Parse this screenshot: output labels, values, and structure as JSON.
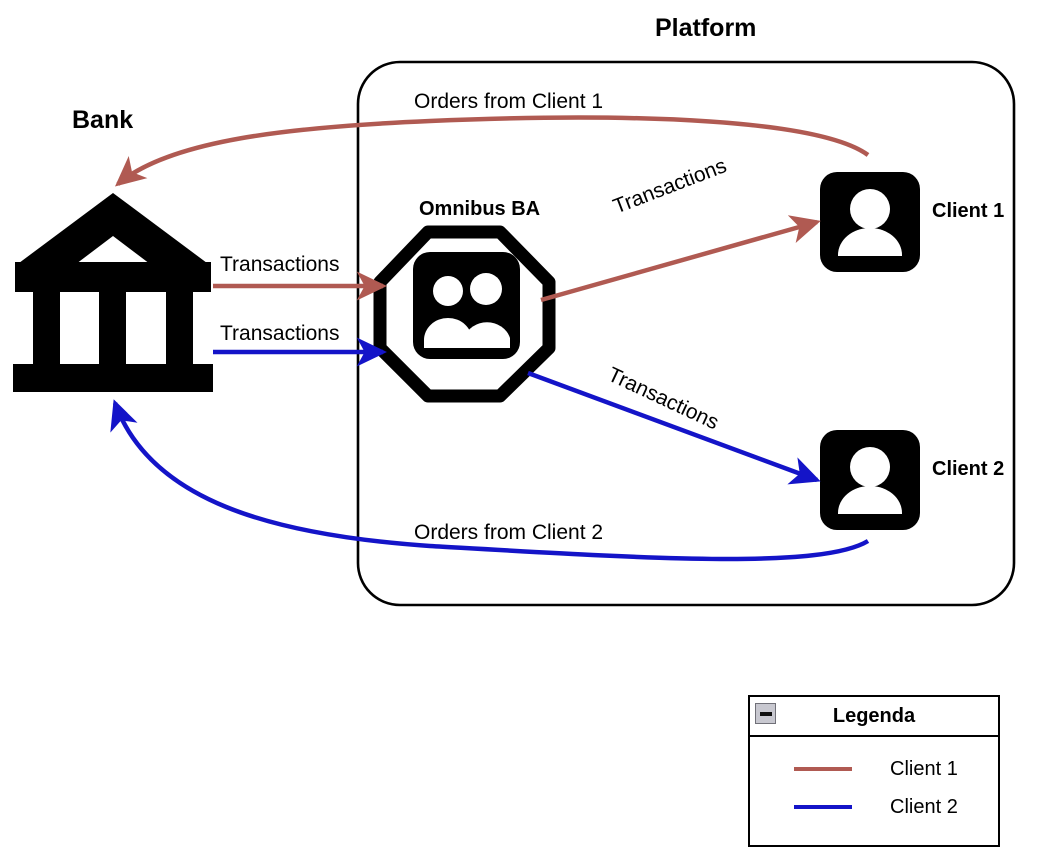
{
  "diagram": {
    "title_platform": "Platform",
    "colors": {
      "client1": "#b05a52",
      "client2": "#1414c8",
      "stroke": "#000000",
      "background": "#ffffff"
    },
    "nodes": [
      {
        "id": "bank",
        "label": "Bank",
        "icon": "bank-icon"
      },
      {
        "id": "omnibus",
        "label": "Omnibus BA",
        "icon": "group-people-icon"
      },
      {
        "id": "client1",
        "label": "Client 1",
        "icon": "person-icon"
      },
      {
        "id": "client2",
        "label": "Client 2",
        "icon": "person-icon"
      }
    ],
    "edges": [
      {
        "id": "orders-client-1",
        "label": "Orders from Client 1",
        "from": "client1",
        "to": "bank",
        "color": "#b05a52"
      },
      {
        "id": "orders-client-2",
        "label": "Orders from Client 2",
        "from": "client2",
        "to": "bank",
        "color": "#1414c8"
      },
      {
        "id": "tx-bank-omnibus-red",
        "label": "Transactions",
        "from": "bank",
        "to": "omnibus",
        "color": "#b05a52"
      },
      {
        "id": "tx-bank-omnibus-blue",
        "label": "Transactions",
        "from": "bank",
        "to": "omnibus",
        "color": "#1414c8"
      },
      {
        "id": "tx-omnibus-client1",
        "label": "Transactions",
        "from": "omnibus",
        "to": "client1",
        "color": "#b05a52"
      },
      {
        "id": "tx-omnibus-client2",
        "label": "Transactions",
        "from": "omnibus",
        "to": "client2",
        "color": "#1414c8"
      }
    ]
  },
  "legend": {
    "title": "Legenda",
    "collapse_icon": "minus-icon",
    "items": [
      {
        "label": "Client 1",
        "color": "#b05a52"
      },
      {
        "label": "Client 2",
        "color": "#1414c8"
      }
    ]
  }
}
